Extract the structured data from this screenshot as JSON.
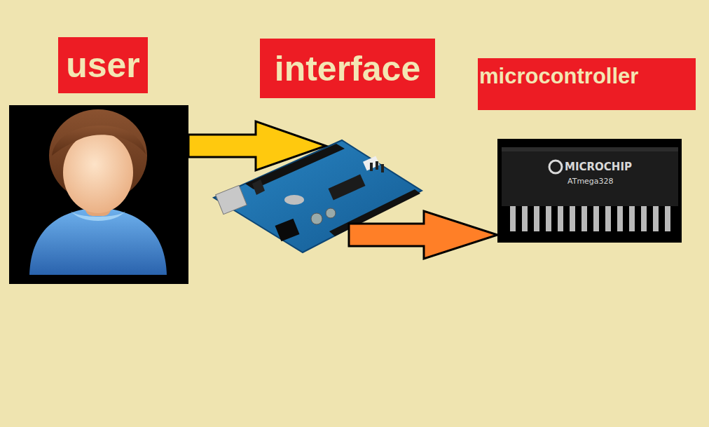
{
  "diagram": {
    "nodes": [
      {
        "text": [
          "user"
        ]
      },
      {
        "text": [
          "interface"
        ]
      },
      {
        "text": [
          "microcontroller"
        ]
      }
    ],
    "edges": [
      {
        "from": 0,
        "to": 1,
        "arrow": "to"
      },
      {
        "from": 1,
        "to": 2,
        "arrow": "to"
      }
    ],
    "labels": [
      "MICROCHIP",
      "ATmega328"
    ]
  }
}
